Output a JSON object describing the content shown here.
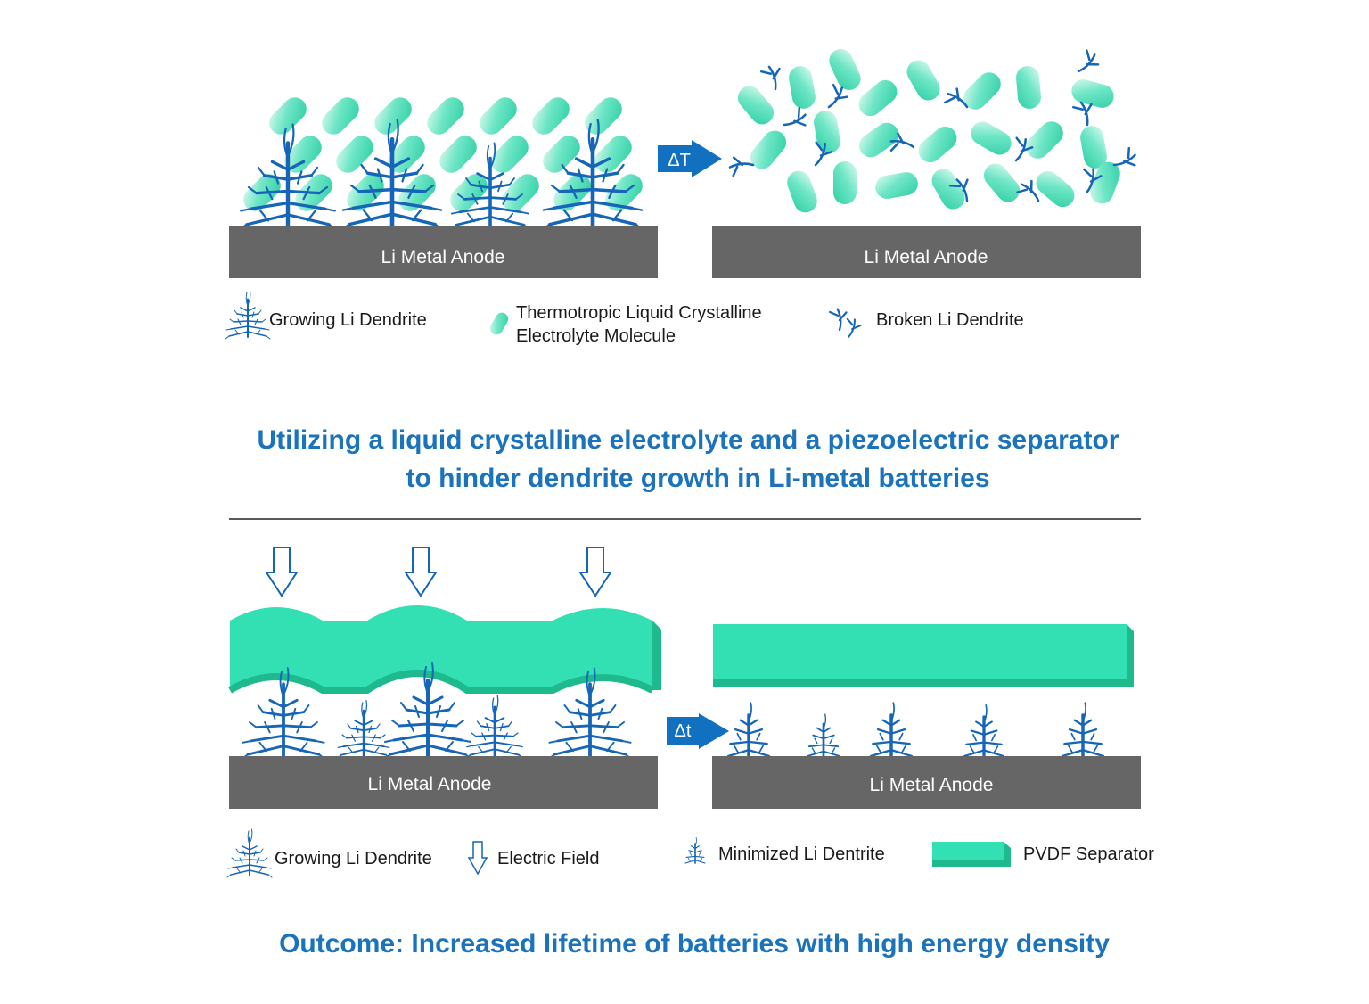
{
  "top_panel": {
    "left_anode_label": "Li Metal Anode",
    "right_anode_label": "Li Metal Anode",
    "transition_label": "ΔT",
    "legend": {
      "growing_dendrite": "Growing Li Dendrite",
      "molecule_line1": "Thermotropic Liquid Crystalline",
      "molecule_line2": "Electrolyte Molecule",
      "broken_dendrite": "Broken Li Dendrite"
    }
  },
  "headline": {
    "line1": "Utilizing a liquid crystalline electrolyte and a piezoelectric separator",
    "line2": "to hinder dendrite growth in Li-metal batteries"
  },
  "bottom_panel": {
    "left_anode_label": "Li Metal Anode",
    "right_anode_label": "Li Metal Anode",
    "transition_label": "Δt",
    "legend": {
      "growing_dendrite": "Growing Li Dendrite",
      "electric_field": "Electric Field",
      "minimized_dendrite": "Minimized Li Dentrite",
      "separator": "PVDF Separator"
    }
  },
  "outcome": "Outcome: Increased lifetime of batteries with high energy density",
  "colors": {
    "anode": "#666666",
    "molecule": "#3ddbb3",
    "dendrite": "#1565b8",
    "separator": "#33e0b3",
    "arrow": "#1170c0",
    "headline": "#1a73bb"
  }
}
